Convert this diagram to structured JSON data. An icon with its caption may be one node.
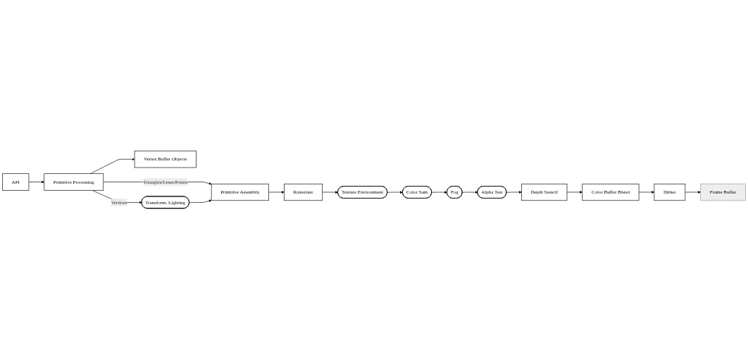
{
  "diagram": {
    "nodes": [
      {
        "text": [
          "API"
        ]
      },
      {
        "text": [
          "Primitive Processing"
        ]
      },
      {
        "text": [
          "Vertex Buffer Objects"
        ]
      },
      {
        "text": [
          "Transform, Lighting"
        ]
      },
      {
        "text": [
          "Primitive Assembly"
        ]
      },
      {
        "text": [
          "Rasterizer"
        ]
      },
      {
        "text": [
          "Texture Environment"
        ]
      },
      {
        "text": [
          "Color Sum"
        ]
      },
      {
        "text": [
          "Fog"
        ]
      },
      {
        "text": [
          "Alpha Test"
        ]
      },
      {
        "text": [
          "Depth Stencil"
        ]
      },
      {
        "text": [
          "Color Buffer Blend"
        ]
      },
      {
        "text": [
          "Dither"
        ]
      },
      {
        "text": [
          "Frame Buffer"
        ]
      }
    ],
    "edges": [
      {
        "from": 0,
        "to": 1,
        "arrow": "to"
      },
      {
        "from": 1,
        "to": 4,
        "label": "Triangles/Lines/Points",
        "arrow": "to"
      },
      {
        "from": 1,
        "to": 3,
        "label": "Vertices",
        "arrow": "to"
      },
      {
        "from": 1,
        "to": 2,
        "arrow": "to"
      },
      {
        "from": 3,
        "to": 4,
        "arrow": "to"
      },
      {
        "from": 4,
        "to": 5,
        "arrow": "to"
      },
      {
        "from": 5,
        "to": 6,
        "arrow": "to"
      },
      {
        "from": 6,
        "to": 7,
        "arrow": "to"
      },
      {
        "from": 7,
        "to": 8,
        "arrow": "to"
      },
      {
        "from": 8,
        "to": 9,
        "arrow": "to"
      },
      {
        "from": 9,
        "to": 10,
        "arrow": "to"
      },
      {
        "from": 10,
        "to": 11,
        "arrow": "to"
      },
      {
        "from": 11,
        "to": 12,
        "arrow": "to"
      },
      {
        "from": 12,
        "to": 13,
        "arrow": "to"
      }
    ]
  }
}
